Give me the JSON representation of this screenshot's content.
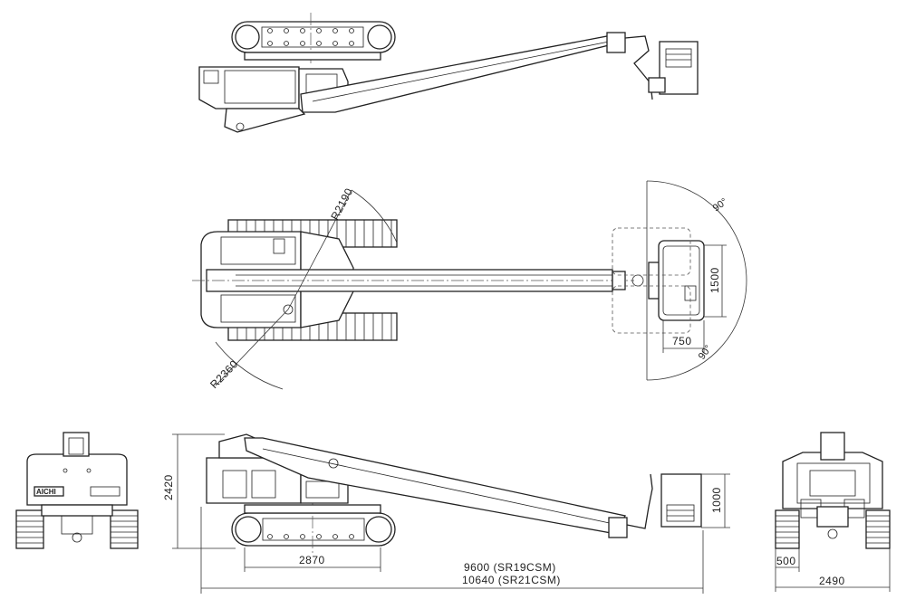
{
  "dimensions": {
    "height_total": "2420",
    "track_length": "2870",
    "length_sr19": "9600 (SR19CSM)",
    "length_sr21": "10640 (SR21CSM)",
    "platform_height": "1000",
    "platform_width": "1500",
    "platform_depth": "750",
    "swing_radius_front": "R2190",
    "swing_radius_rear": "R2360",
    "rotation_angle_top": "90°",
    "rotation_angle_bottom": "90°",
    "track_width": "500",
    "overall_width": "2490"
  },
  "labels": {
    "brand_mark": "AICHI"
  }
}
